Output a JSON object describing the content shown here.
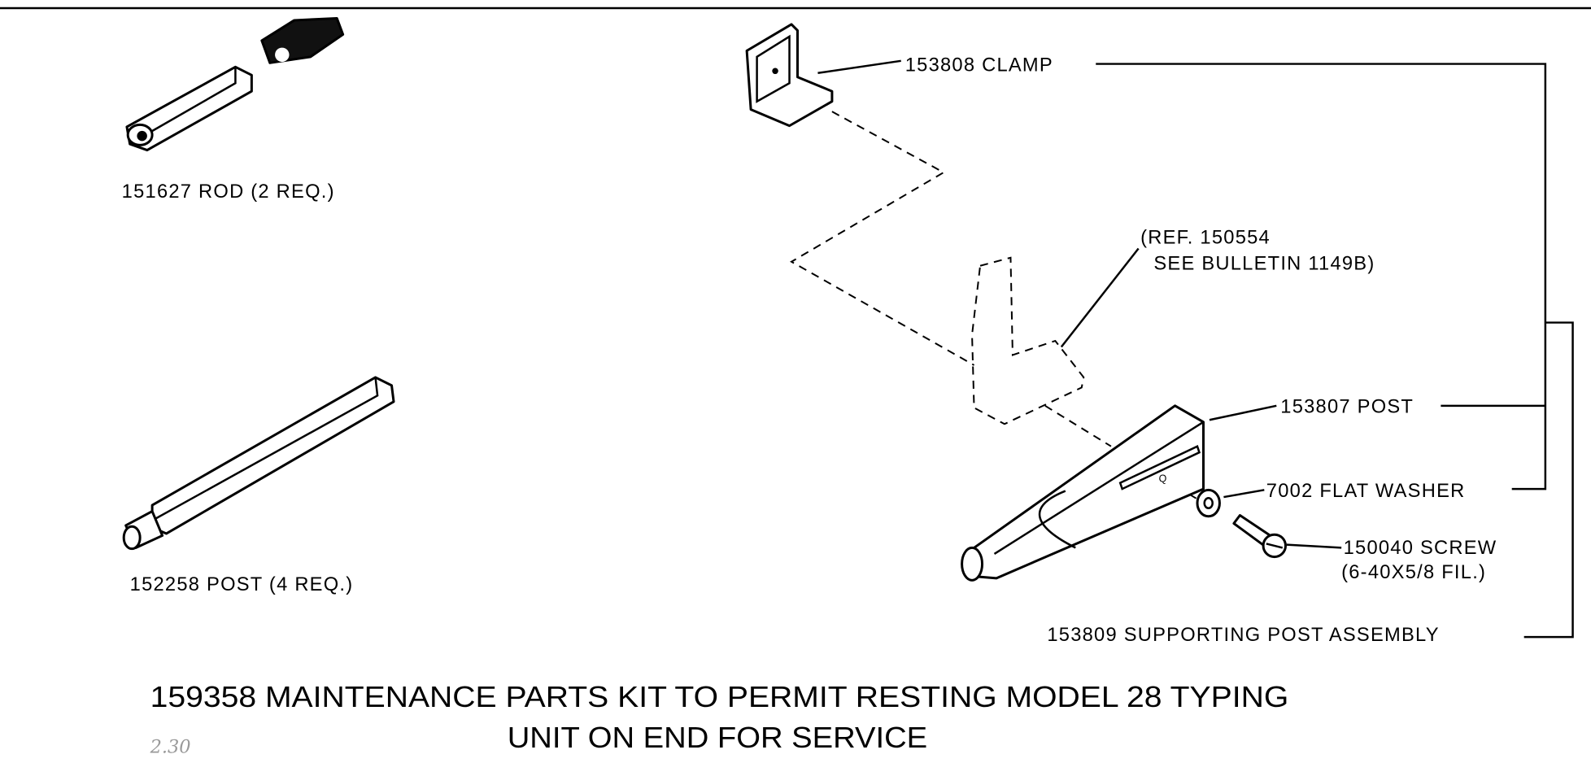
{
  "labels": {
    "rod": "151627 ROD (2 REQ.)",
    "post_small": "152258 POST (4 REQ.)",
    "clamp": "153808 CLAMP",
    "ref_line1": "(REF. 150554",
    "ref_line2": "SEE BULLETIN 1149B)",
    "post": "153807 POST",
    "washer": "7002  FLAT WASHER",
    "screw_line1": "150040 SCREW",
    "screw_line2": "(6-40X5/8 FIL.)",
    "assembly": "153809 SUPPORTING POST ASSEMBLY"
  },
  "title": {
    "line1": "159358 MAINTENANCE PARTS KIT TO PERMIT RESTING MODEL 28 TYPING",
    "line2": "UNIT ON END FOR SERVICE"
  },
  "handwritten_note": "2.30"
}
